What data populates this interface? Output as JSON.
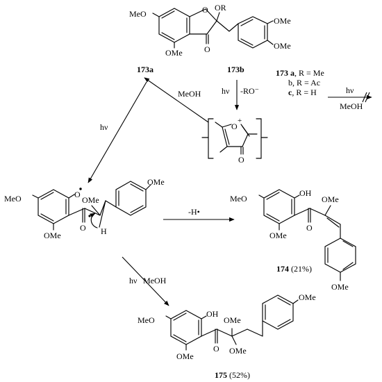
{
  "compounds": {
    "c173": {
      "ring_sub_top": "MeO",
      "ring_sub_bottom": "OMe",
      "oxo": "O",
      "ketone": "O",
      "c2_sub": "OR",
      "aryl_sub_para": "OMe",
      "aryl_sub_meta": "OMe",
      "id_label": "173b",
      "series_id": "173 a",
      "series_a": ", R = Me",
      "series_b": "b, R = Ac",
      "series_c_id": "c",
      "series_c": ", R = H"
    },
    "c173a_label": "173a",
    "cation": {
      "oxygen": "O",
      "charge": "+",
      "ketone": "O"
    },
    "radical": {
      "sub_left": "MeO",
      "sub_bottom": "OMe",
      "phenoxyl": "O",
      "alpha_ome": "OMe",
      "ketone": "O",
      "hydrogen": "H",
      "aryl_ome": "OMe"
    },
    "c174": {
      "sub_left": "MeO",
      "oh": "OH",
      "alpha_ome": "OMe",
      "sub_bottom": "OMe",
      "ketone": "O",
      "aryl_ome": "OMe",
      "id": "174",
      "yield": "(21%)"
    },
    "c175": {
      "sub_left": "MeO",
      "oh": "OH",
      "ome_1": "OMe",
      "ome_2": "OMe",
      "sub_bottom": "OMe",
      "ketone": "O",
      "aryl_ome": "OMe",
      "id": "175",
      "yield": "(52%)"
    }
  },
  "arrows": {
    "a1": {
      "above": "hν",
      "below": "MeOH"
    },
    "a2": {
      "label_left": "hν",
      "label_right": "-RO⁻"
    },
    "a3": {
      "label": "MeOH"
    },
    "a4": {
      "label": "hν"
    },
    "a5": {
      "label": "-H•"
    },
    "a6": {
      "label_left": "hν",
      "label_right": "MeOH"
    }
  }
}
